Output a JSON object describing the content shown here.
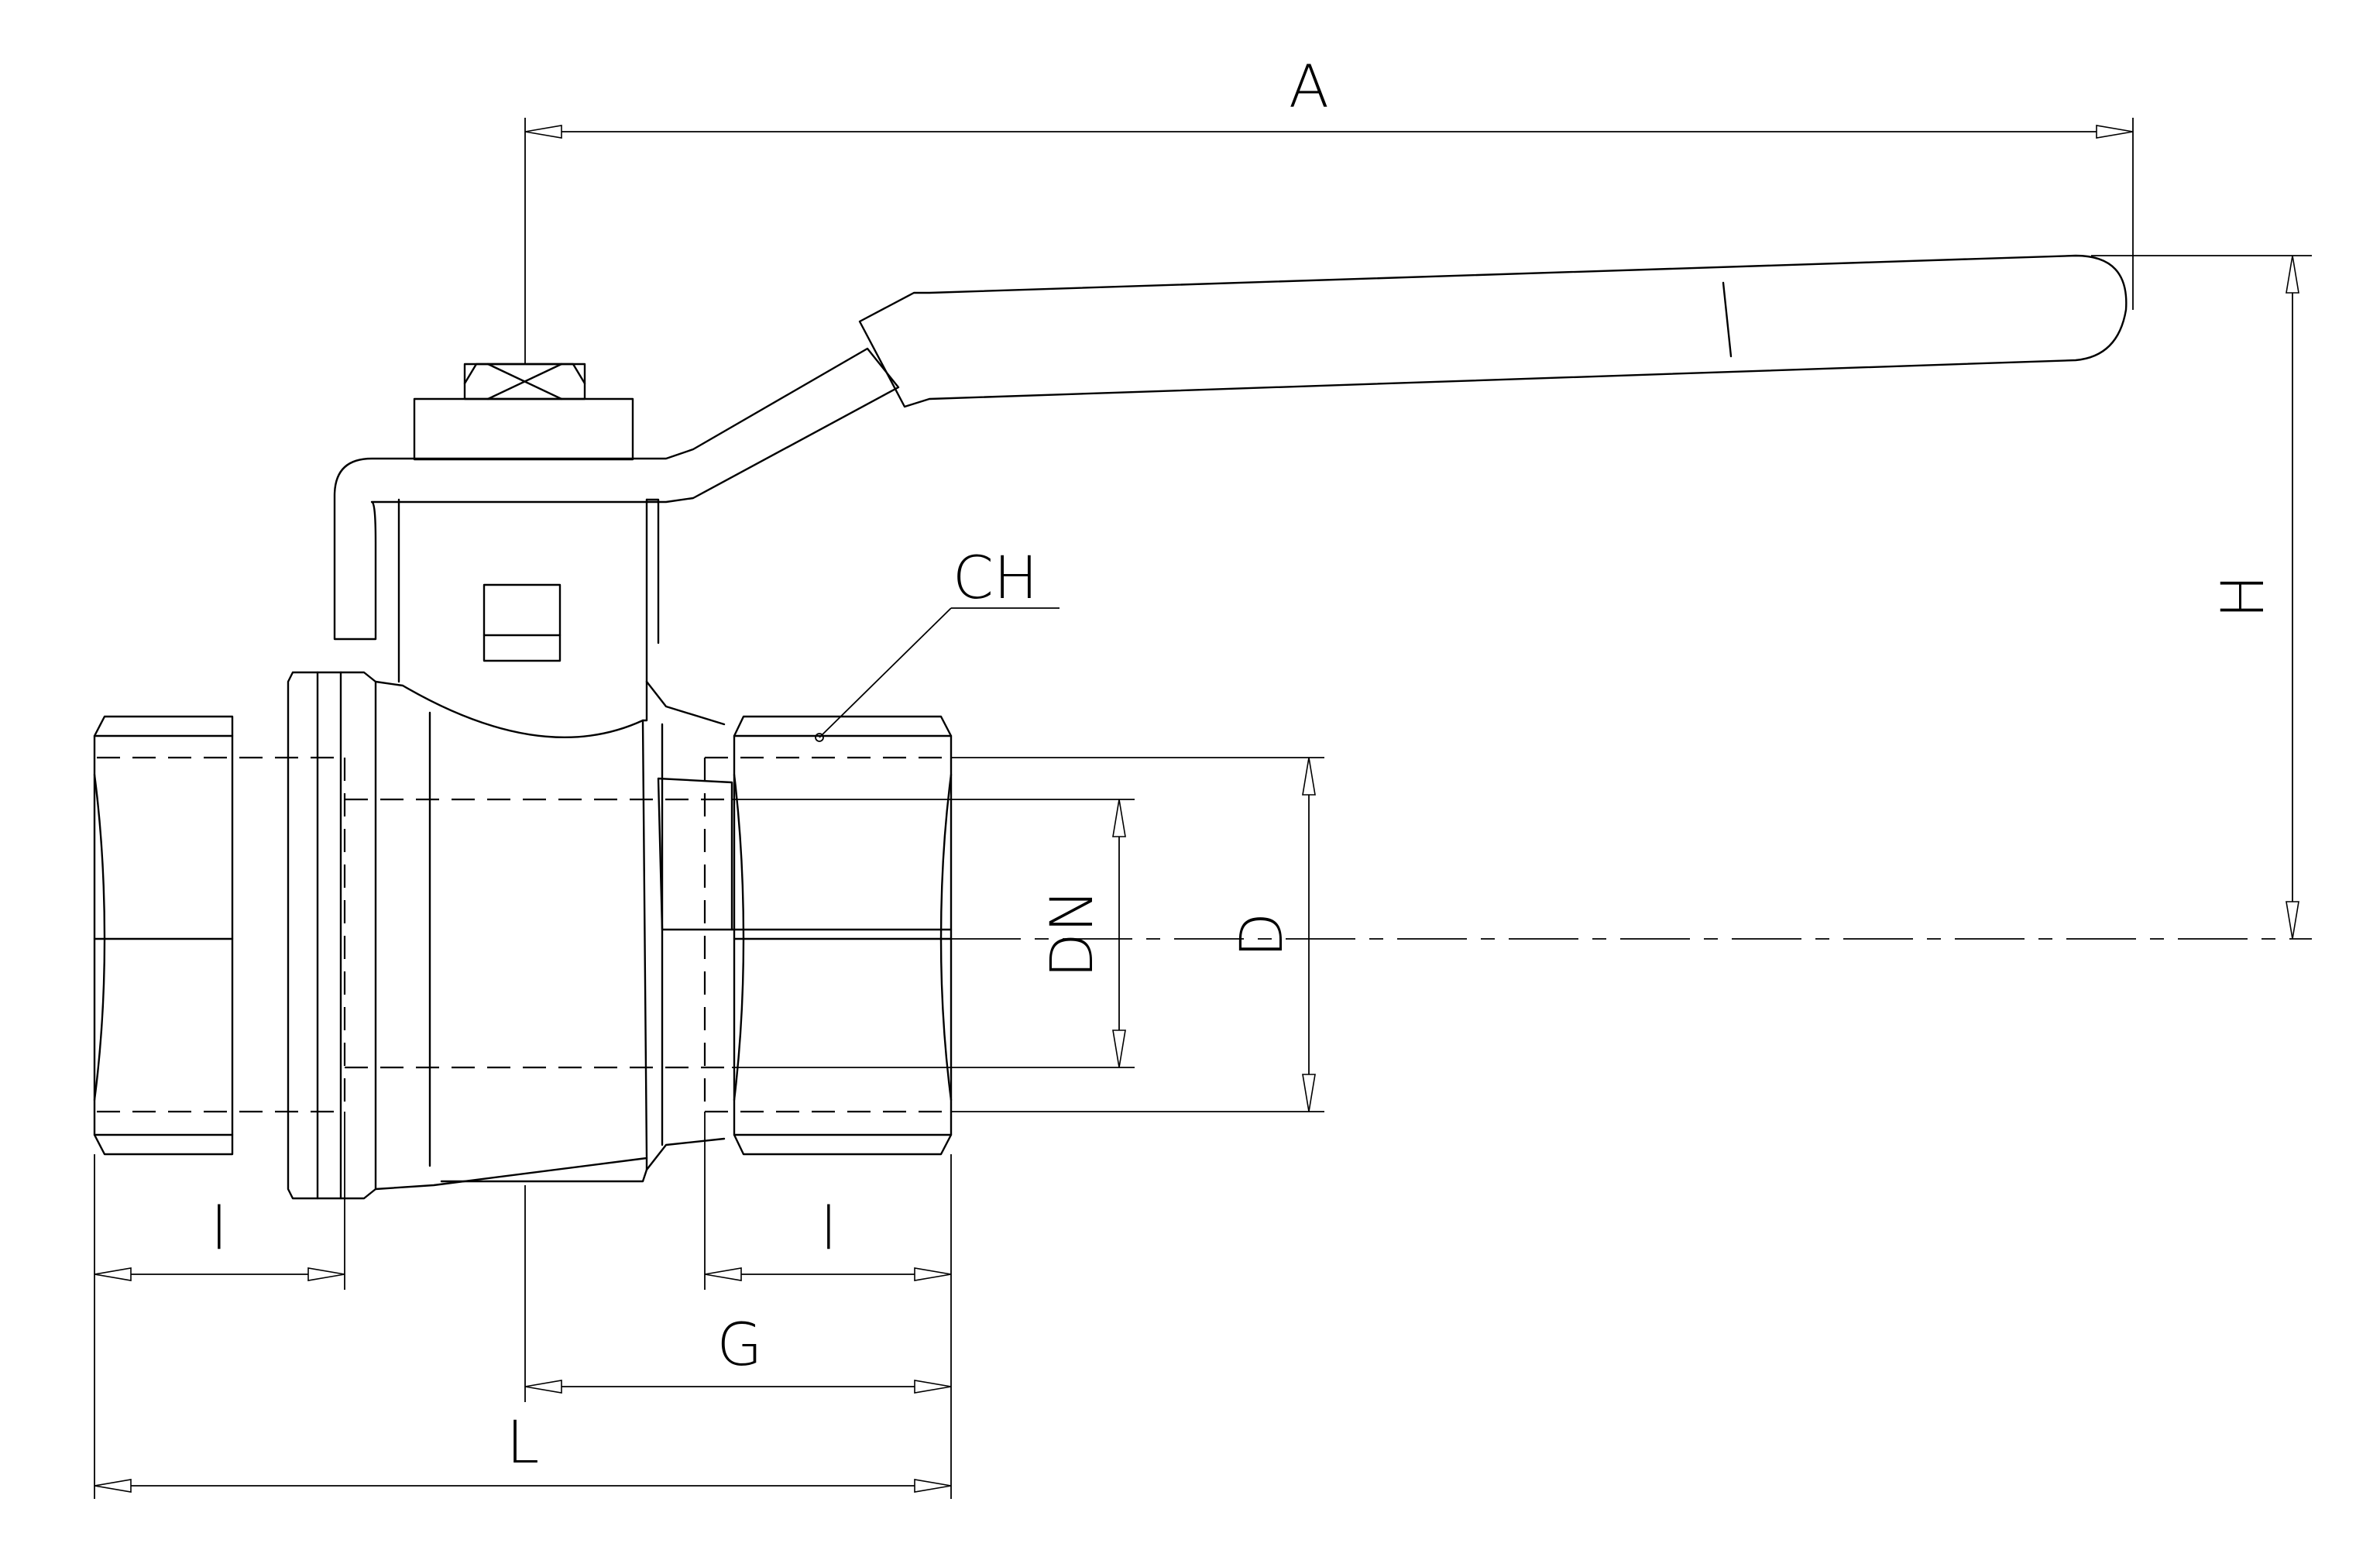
{
  "dimensions": {
    "A": "A",
    "H": "H",
    "CH": "CH",
    "DN": "DN",
    "D": "D",
    "l_left": "l",
    "l_right": "l",
    "l_handle": "l",
    "G": "G",
    "L": "L"
  },
  "colors": {
    "line": "#000000",
    "background": "#ffffff"
  }
}
